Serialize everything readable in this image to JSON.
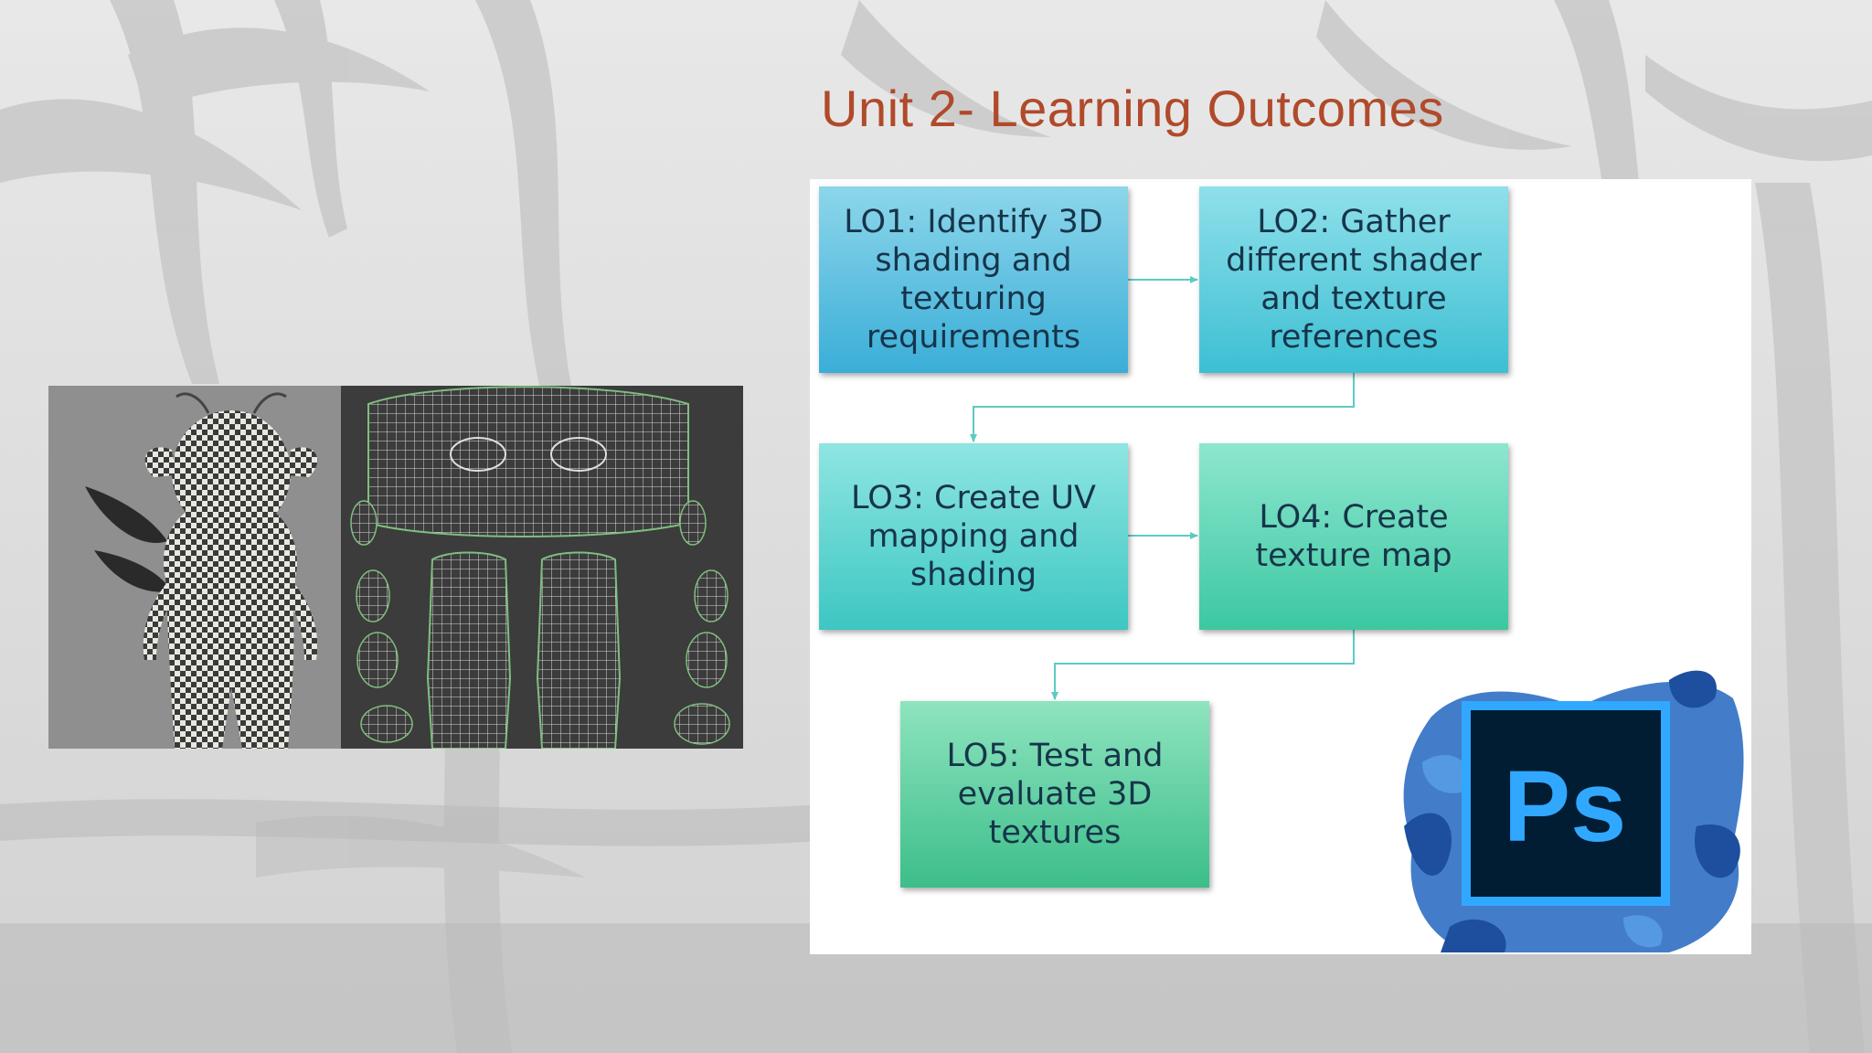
{
  "slide": {
    "title": "Unit 2- Learning Outcomes"
  },
  "flowchart": {
    "nodes": [
      {
        "id": "lo1",
        "label": "LO1: Identify 3D shading and texturing requirements"
      },
      {
        "id": "lo2",
        "label": "LO2: Gather different shader and texture references"
      },
      {
        "id": "lo3",
        "label": "LO3: Create UV mapping and shading"
      },
      {
        "id": "lo4",
        "label": "LO4: Create texture map"
      },
      {
        "id": "lo5",
        "label": "LO5: Test and evaluate 3D textures"
      }
    ],
    "edges": [
      {
        "from": "lo1",
        "to": "lo2"
      },
      {
        "from": "lo2",
        "to": "lo3"
      },
      {
        "from": "lo3",
        "to": "lo4"
      },
      {
        "from": "lo4",
        "to": "lo5"
      }
    ]
  },
  "logo": {
    "text": "Ps",
    "frame_color": "#31a8ff",
    "fill_color": "#001d34"
  },
  "colors": {
    "title": "#b04a2a",
    "connector": "#5ccbc3"
  }
}
